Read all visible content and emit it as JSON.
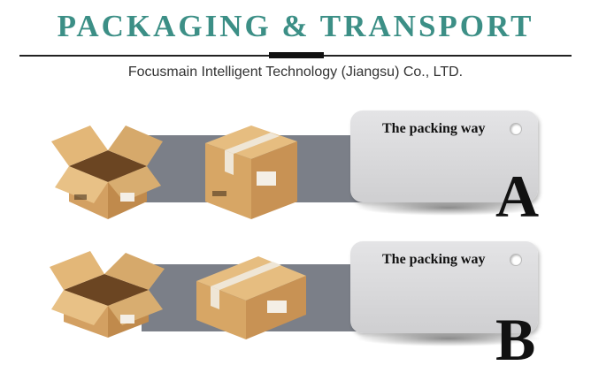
{
  "header": {
    "title": "PACKAGING & TRANSPORT",
    "company": "Focusmain Intelligent Technology (Jiangsu) Co., LTD."
  },
  "colors": {
    "title": "#3c8f86",
    "belt": "#7b7f88",
    "cardboard": "#d9a868",
    "tag": "#dcdcde"
  },
  "sections": [
    {
      "label": "The packing way",
      "letter": "A"
    },
    {
      "label": "The packing way",
      "letter": "B"
    }
  ]
}
